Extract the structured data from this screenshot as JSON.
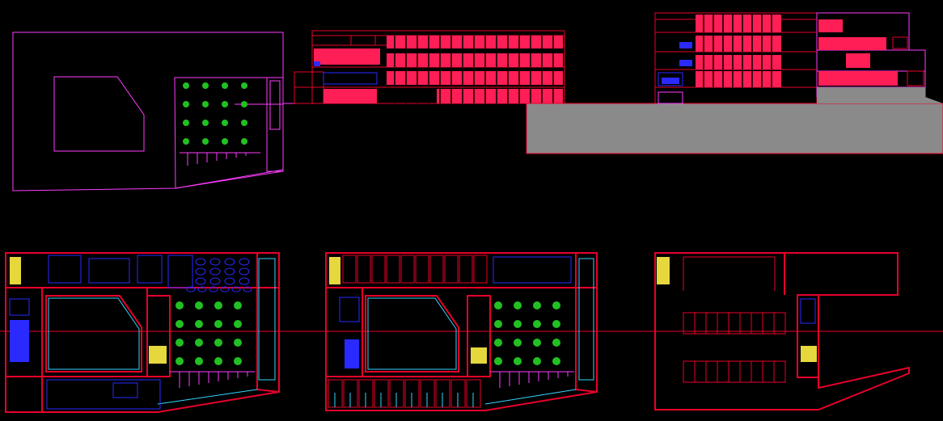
{
  "drawing": {
    "background": "#000000",
    "colors": {
      "magenta": "#ff3cff",
      "red": "#ff2020",
      "wall_red": "#e8002a",
      "facade_fill": "#ff1e55",
      "blue": "#2a2aff",
      "cyan": "#33d6ff",
      "yellow": "#ffee44",
      "green": "#22c022",
      "gray": "#8a8a8a"
    },
    "views": [
      {
        "name": "site-plan"
      },
      {
        "name": "elevation-a"
      },
      {
        "name": "elevation-b"
      },
      {
        "name": "ground-floor-plan"
      },
      {
        "name": "first-floor-plan"
      },
      {
        "name": "parking-level-plan"
      }
    ],
    "icons": [
      "tree-symbol",
      "stair-symbol",
      "table-symbol"
    ]
  }
}
